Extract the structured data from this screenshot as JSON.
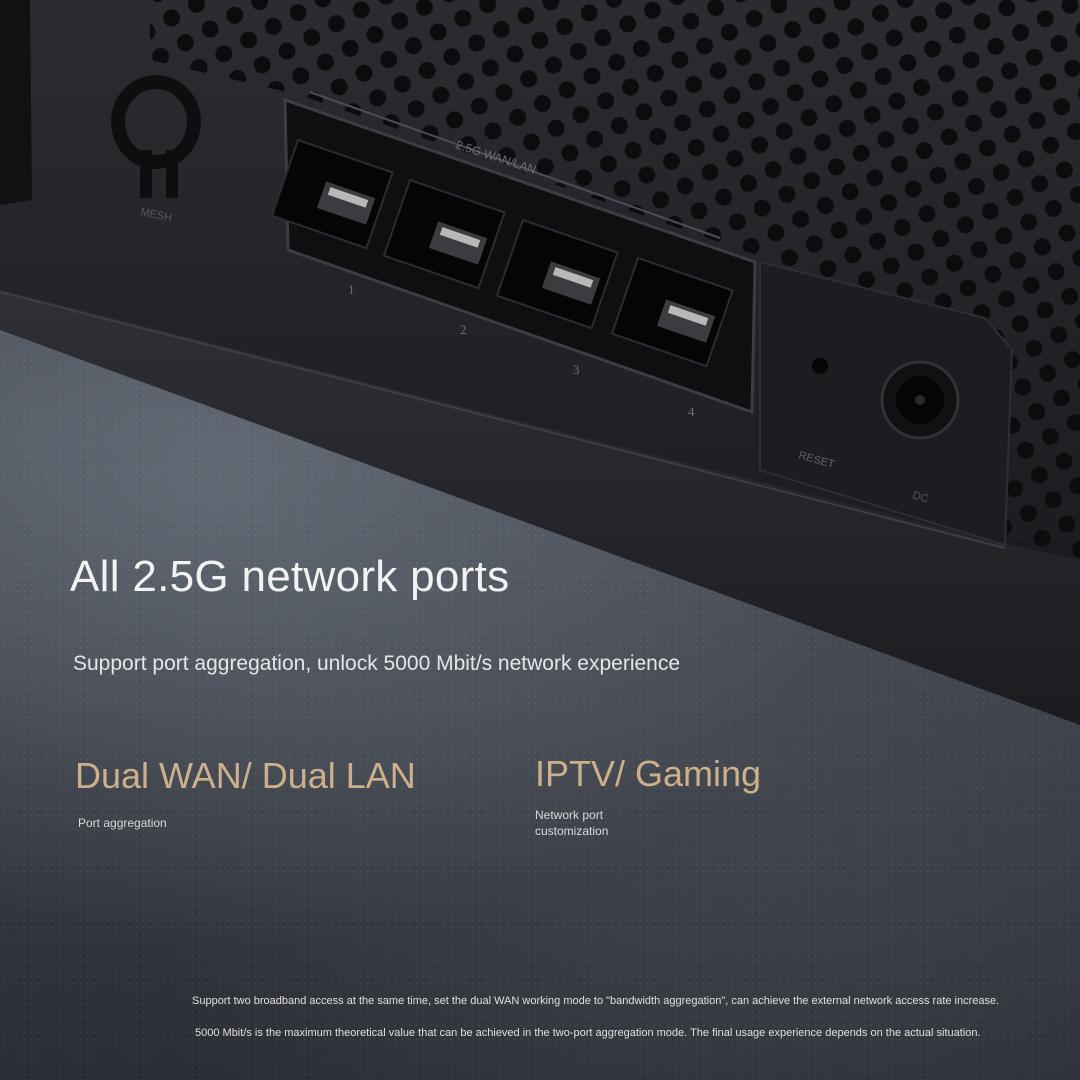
{
  "device": {
    "labels": {
      "mesh": "MESH",
      "wan_lan": "2.5G WAN/LAN",
      "ports": [
        "1",
        "2",
        "3",
        "4"
      ],
      "reset": "RESET",
      "power": "DC"
    }
  },
  "hero": {
    "title": "All 2.5G network ports",
    "subtitle": "Support port aggregation, unlock 5000 Mbit/s network experience"
  },
  "features": [
    {
      "title": "Dual WAN/ Dual LAN",
      "description": "Port aggregation"
    },
    {
      "title": "IPTV/ Gaming",
      "description": "Network port customization"
    }
  ],
  "footnotes": [
    "Support two broadband access at the same time, set the dual WAN working mode to \"bandwidth aggregation\", can achieve the external network access rate increase.",
    "5000 Mbit/s is the maximum theoretical value that can be achieved in the two-port aggregation mode. The final usage experience depends on the actual situation."
  ],
  "colors": {
    "accent_gold": "#cdb08b",
    "router_body": "#1c1e22",
    "floor": "#3f434b"
  }
}
